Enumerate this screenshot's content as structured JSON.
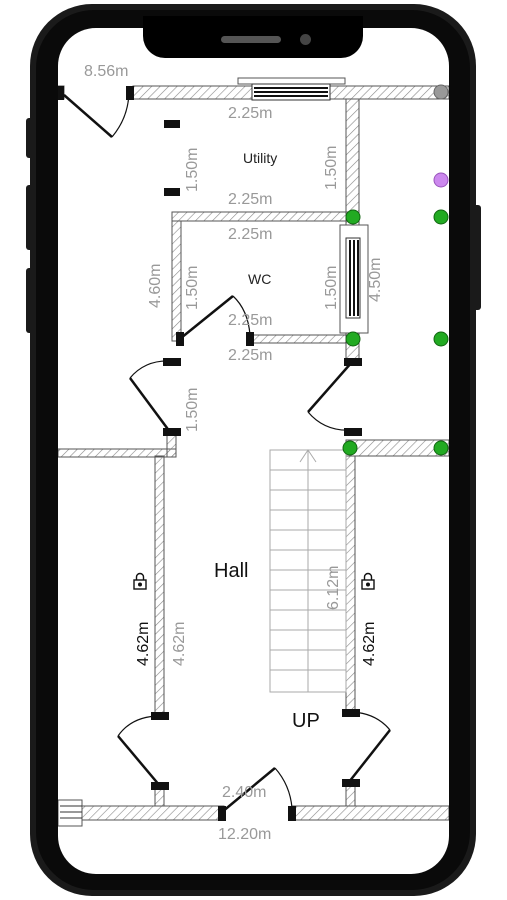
{
  "rooms": {
    "utility": "Utility",
    "wc": "WC",
    "hall": "Hall",
    "stairs_label": "UP"
  },
  "dimensions": {
    "top_left": "8.56m",
    "utility_top": "2.25m",
    "utility_left": "1.50m",
    "utility_right": "1.50m",
    "utility_bottom": "2.25m",
    "wc_top": "2.25m",
    "wc_outer_left": "4.60m",
    "wc_left": "1.50m",
    "wc_right": "1.50m",
    "right_side": "4.50m",
    "wc_bottom_inner": "2.25m",
    "wc_bottom": "2.25m",
    "passage": "1.50m",
    "hall_left_outer": "4.62m",
    "hall_left_inner": "4.62m",
    "stairs": "6.12m",
    "hall_right_outer": "4.62m",
    "entrance": "2.40m",
    "bottom_total": "12.20m"
  },
  "colors": {
    "wall_hatch": "#888888",
    "sensor_green": "#22aa22",
    "sensor_purple": "#cc88ee",
    "sensor_gray": "#999999",
    "phone_frame": "#1a1a1a"
  },
  "icons": {
    "lock_left": "lock-icon",
    "lock_right": "lock-icon"
  }
}
